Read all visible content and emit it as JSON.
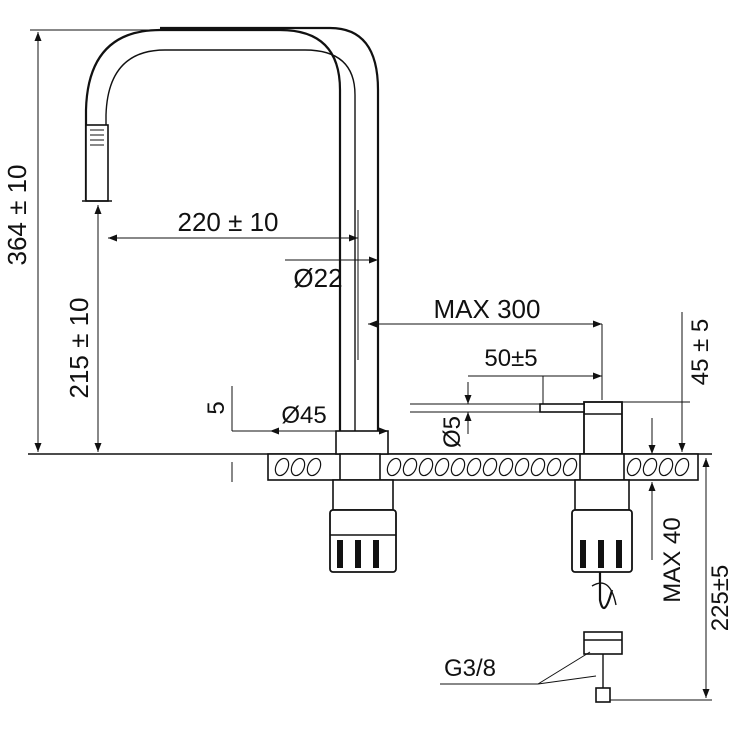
{
  "dimensions": {
    "total_height": "364 ± 10",
    "spout_height": "215 ± 10",
    "spout_reach": "220 ± 10",
    "spout_tube_diameter": "Ø22",
    "max_distance": "MAX 300",
    "lever_reach": "50±5",
    "lever_height": "45 ± 5",
    "base_height": "5",
    "base_diameter": "Ø45",
    "lever_tube_diameter": "Ø5",
    "max_deck_thickness": "MAX 40",
    "supply_length": "225±5",
    "thread": "G3/8"
  }
}
